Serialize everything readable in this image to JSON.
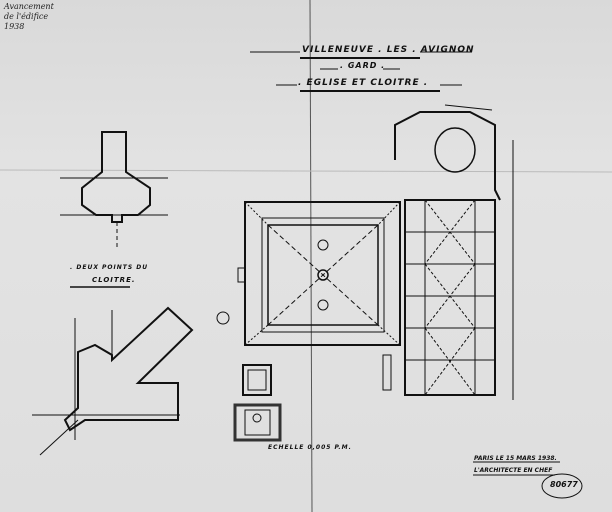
{
  "annotation": {
    "line1": "Avancement",
    "line2": "de l'édifice",
    "line3": "1938"
  },
  "title": {
    "town": "VILLENEUVE . LES . AVIGNON",
    "department": ". GARD .",
    "subject": ". EGLISE ET CLOITRE ."
  },
  "detail_caption": {
    "line1": ". DEUX POINTS DU",
    "line2": "CLOITRE."
  },
  "scale": "ECHELLE 0,005 P.M.",
  "signature": {
    "date": "PARIS LE 15 MARS 1938.",
    "author": "L'ARCHITECTE EN CHEF"
  },
  "stamp": "80677"
}
